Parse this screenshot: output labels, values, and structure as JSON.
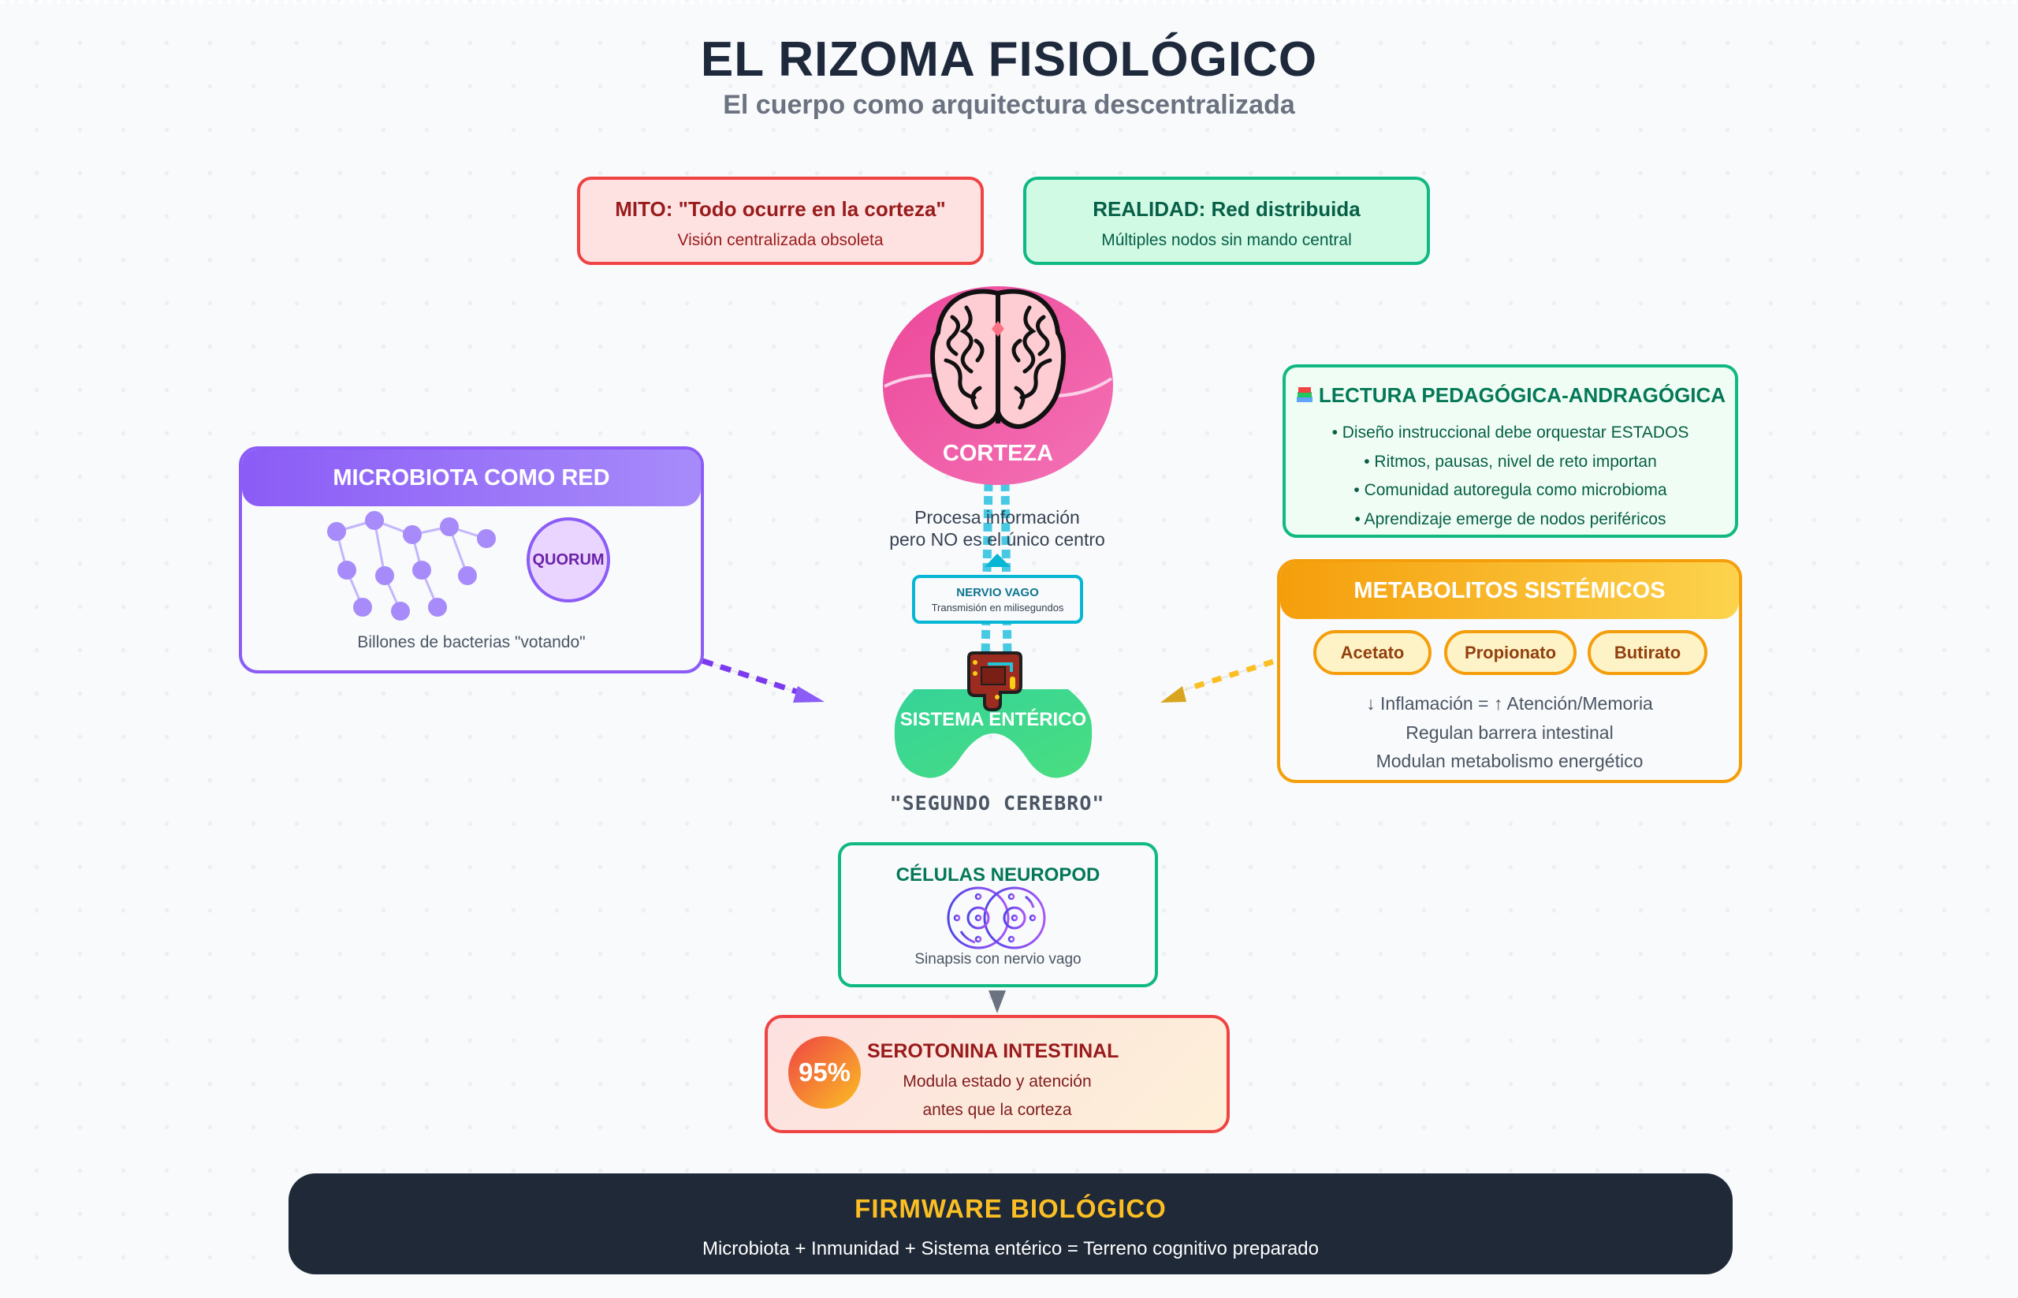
{
  "header": {
    "title": "EL RIZOMA FISIOLÓGICO",
    "subtitle": "El cuerpo como arquitectura descentralizada"
  },
  "myth": {
    "title": "MITO: \"Todo ocurre en la corteza\"",
    "subtitle": "Visión centralizada obsoleta"
  },
  "reality": {
    "title": "REALIDAD: Red distribuida",
    "subtitle": "Múltiples nodos sin mando central"
  },
  "cortex": {
    "label": "CORTEZA",
    "icon": "brain-icon",
    "description_line1": "Procesa información",
    "description_line2": "pero NO es el único centro"
  },
  "vagus": {
    "title": "NERVIO VAGO",
    "subtitle": "Transmisión en milisegundos"
  },
  "enteric": {
    "label": "SISTEMA ENTÉRICO",
    "icon": "intestine-icon",
    "caption": "\"SEGUNDO CEREBRO\""
  },
  "microbiota": {
    "title": "MICROBIOTA COMO RED",
    "badge": "QUORUM",
    "caption": "Billones de bacterias \"votando\""
  },
  "pedagogy": {
    "icon": "books-icon",
    "title": "LECTURA PEDAGÓGICA-ANDRAGÓGICA",
    "items": [
      "• Diseño instruccional debe orquestar ESTADOS",
      "• Ritmos, pausas, nivel de reto importan",
      "• Comunidad autoregula como microbioma",
      "• Aprendizaje emerge de nodos periféricos"
    ]
  },
  "metabolites": {
    "title": "METABOLITOS SISTÉMICOS",
    "pills": [
      "Acetato",
      "Propionato",
      "Butirato"
    ],
    "lines": [
      "↓ Inflamación = ↑ Atención/Memoria",
      "Regulan barrera intestinal",
      "Modulan metabolismo energético"
    ]
  },
  "neuropod": {
    "title": "CÉLULAS NEUROPOD",
    "icon": "cells-icon",
    "caption": "Sinapsis con nervio vago"
  },
  "serotonin": {
    "percent": "95%",
    "title": "SEROTONINA INTESTINAL",
    "line1": "Modula estado y atención",
    "line2": "antes que la corteza"
  },
  "firmware": {
    "title": "FIRMWARE BIOLÓGICO",
    "subtitle": "Microbiota + Inmunidad + Sistema entérico = Terreno cognitivo preparado"
  },
  "colors": {
    "title": "#1e293b",
    "myth": "#ef4444",
    "reality": "#10b981",
    "cortex": "#ec4899",
    "vagus": "#06b6d4",
    "enteric": "#34d399",
    "microbiota": "#8b5cf6",
    "metabolites": "#f59e0b",
    "firmware_bg": "#1f2937",
    "firmware_accent": "#fbbf24"
  }
}
